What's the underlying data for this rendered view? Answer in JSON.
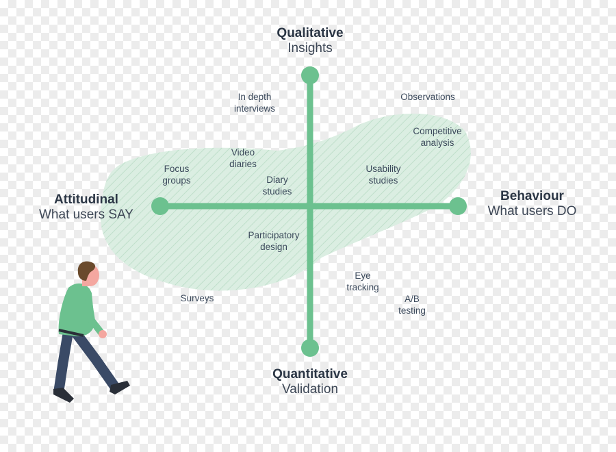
{
  "poles": {
    "top": {
      "title": "Qualitative",
      "subtitle": "Insights"
    },
    "bottom": {
      "title": "Quantitative",
      "subtitle": "Validation"
    },
    "left": {
      "title": "Attitudinal",
      "subtitle": "What users SAY"
    },
    "right": {
      "title": "Behaviour",
      "subtitle": "What users DO"
    }
  },
  "methods": [
    {
      "id": "in-depth-interviews",
      "label": "In depth\ninterviews"
    },
    {
      "id": "observations",
      "label": "Observations"
    },
    {
      "id": "competitive-analysis",
      "label": "Competitive\nanalysis"
    },
    {
      "id": "video-diaries",
      "label": "Video\ndiaries"
    },
    {
      "id": "focus-groups",
      "label": "Focus\ngroups"
    },
    {
      "id": "diary-studies",
      "label": "Diary\nstudies"
    },
    {
      "id": "usability-studies",
      "label": "Usability\nstudies"
    },
    {
      "id": "participatory-design",
      "label": "Participatory\ndesign"
    },
    {
      "id": "eye-tracking",
      "label": "Eye\ntracking"
    },
    {
      "id": "surveys",
      "label": "Surveys"
    },
    {
      "id": "ab-testing",
      "label": "A/B\ntesting"
    }
  ],
  "colors": {
    "axis": "#6cc18f",
    "blob": "#dbeee2",
    "hatch": "#a9d3b8",
    "text": "#3c4a5c",
    "shirt": "#6cc18f",
    "pants": "#3a4a66",
    "hair": "#6a4a2c",
    "skin": "#f4a7a0"
  },
  "illustration": {
    "name": "walking-person-illustration"
  }
}
